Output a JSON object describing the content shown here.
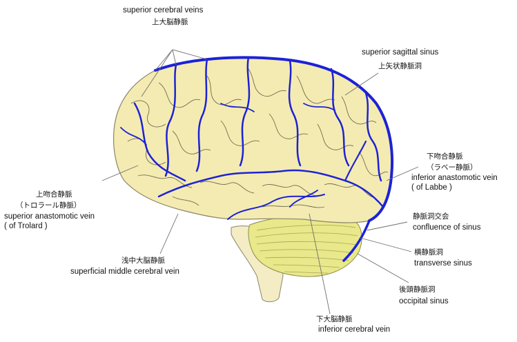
{
  "labels": {
    "superior_cerebral_veins": {
      "en": "superior cerebral veins",
      "jp": "上大脳静脈"
    },
    "superior_sagittal_sinus": {
      "en": "superior sagittal sinus",
      "jp": "上矢状静脈洞"
    },
    "inferior_anastomotic_vein": {
      "jp": "下吻合静脈",
      "jp2": "（ラベー静脈）",
      "en": "inferior anastomotic vein",
      "en2": "( of Labbe )"
    },
    "superior_anastomotic_vein": {
      "jp": "上吻合静脈",
      "jp2": "（トロラール静脈）",
      "en": "superior anastomotic vein",
      "en2": "( of Trolard )"
    },
    "confluence_of_sinus": {
      "jp": "静脈洞交会",
      "en": "confluence of sinus"
    },
    "transverse_sinus": {
      "jp": "横静脈洞",
      "en": "transverse sinus"
    },
    "occipital_sinus": {
      "jp": "後頭静脈洞",
      "en": "occipital sinus"
    },
    "superficial_middle_cerebral_vein": {
      "jp": "浅中大脳静脈",
      "en": "superficial middle cerebral vein"
    },
    "inferior_cerebral_vein": {
      "jp": "下大脳静脈",
      "en": "inferior cerebral  vein"
    }
  },
  "colors": {
    "cortex": "#f4ebb2",
    "cortex_outline": "#8a8466",
    "veins": "#1c22d6",
    "cerebellum": "#e9e88a",
    "brainstem": "#f3ecc5",
    "leader_lines": "#6e6e6e"
  }
}
